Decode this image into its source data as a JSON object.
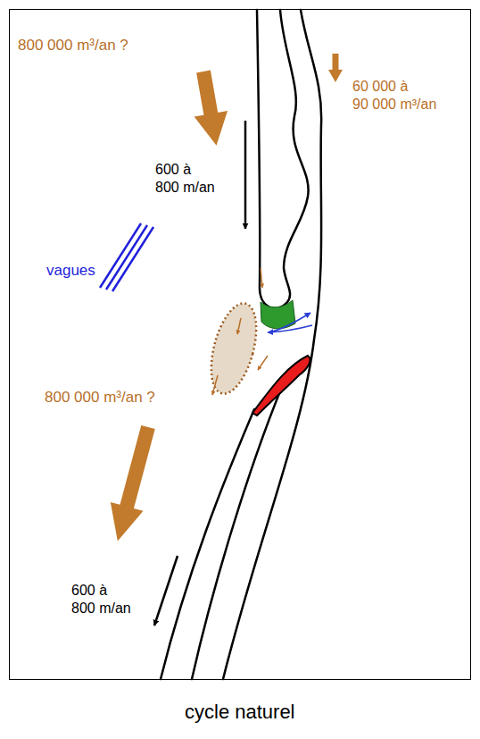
{
  "diagram": {
    "caption": "cycle naturel",
    "labels": [
      "800 000 m³/an ?",
      "600 à 800 m/an",
      "60 000 à 90 000 m³/an",
      "vagues",
      "800 000 m³/an ?",
      "600 à 800 m/an"
    ]
  }
}
